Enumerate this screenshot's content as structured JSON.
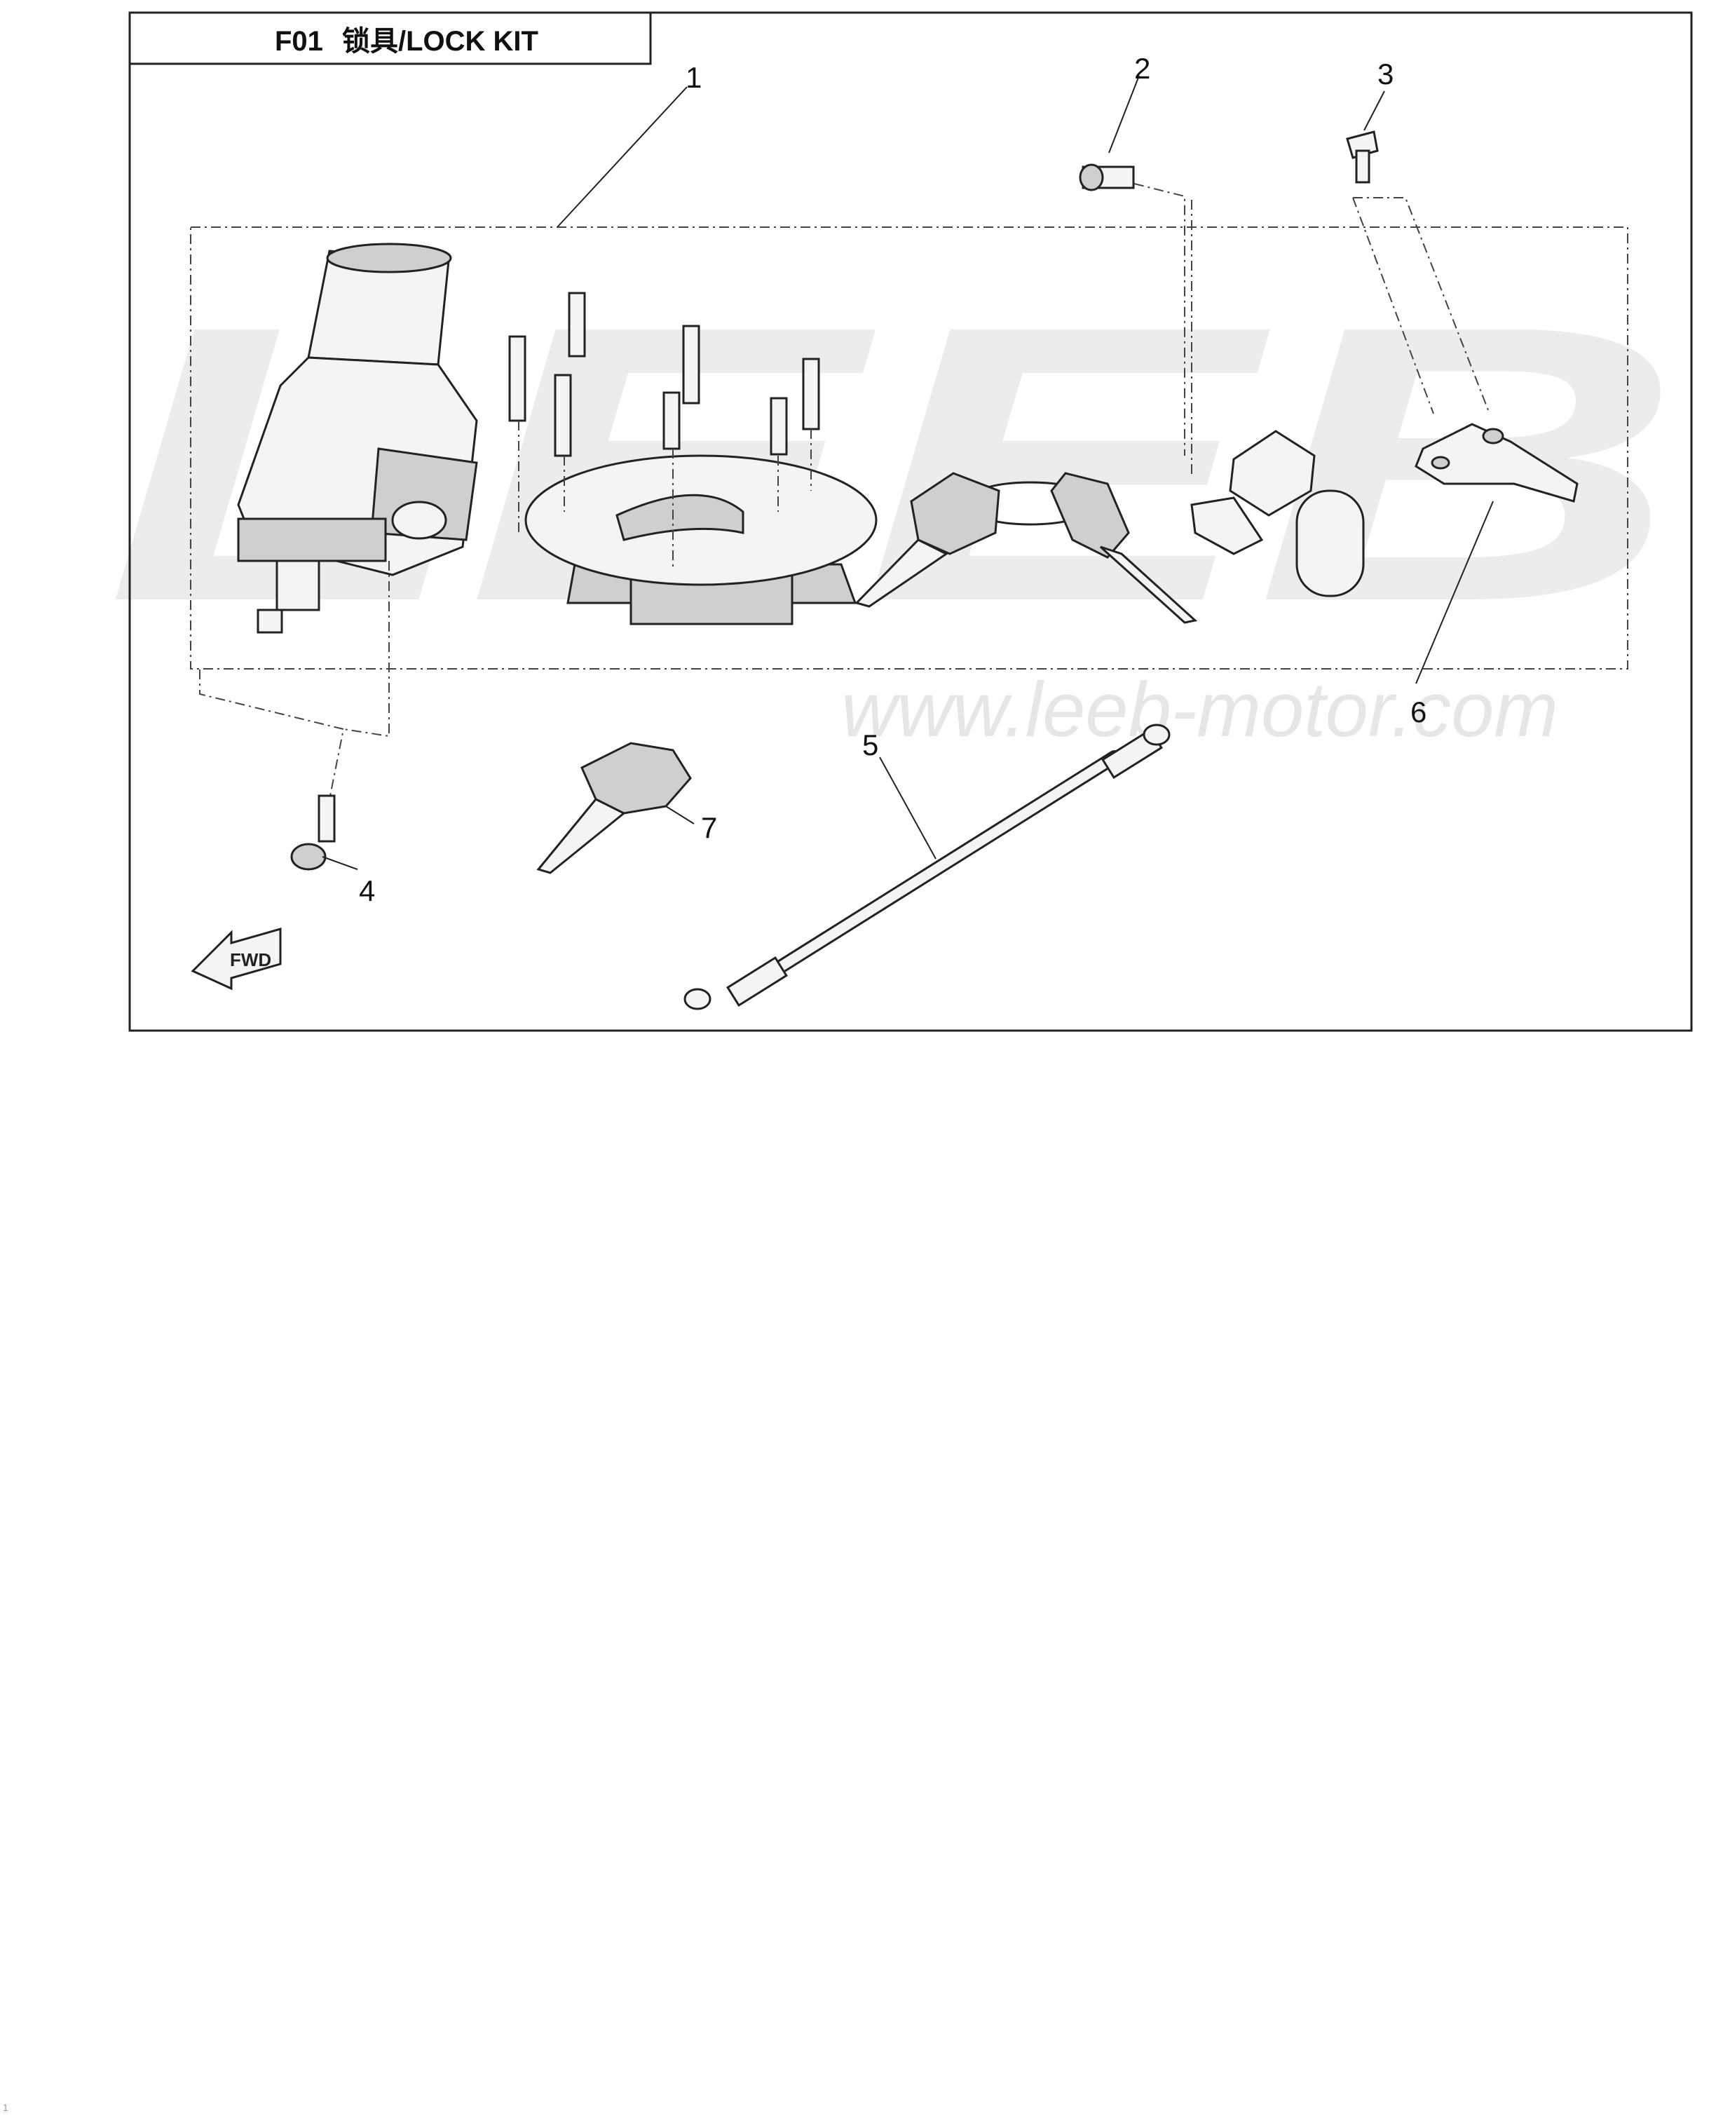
{
  "title": {
    "code": "F01",
    "label": "锁具/LOCK KIT"
  },
  "watermark": {
    "brand": "LEEB",
    "url": "www.leeb-motor.com"
  },
  "direction_marker": "FWD",
  "callouts": [
    "1",
    "2",
    "3",
    "4",
    "5",
    "6",
    "7"
  ],
  "page_number": "1"
}
